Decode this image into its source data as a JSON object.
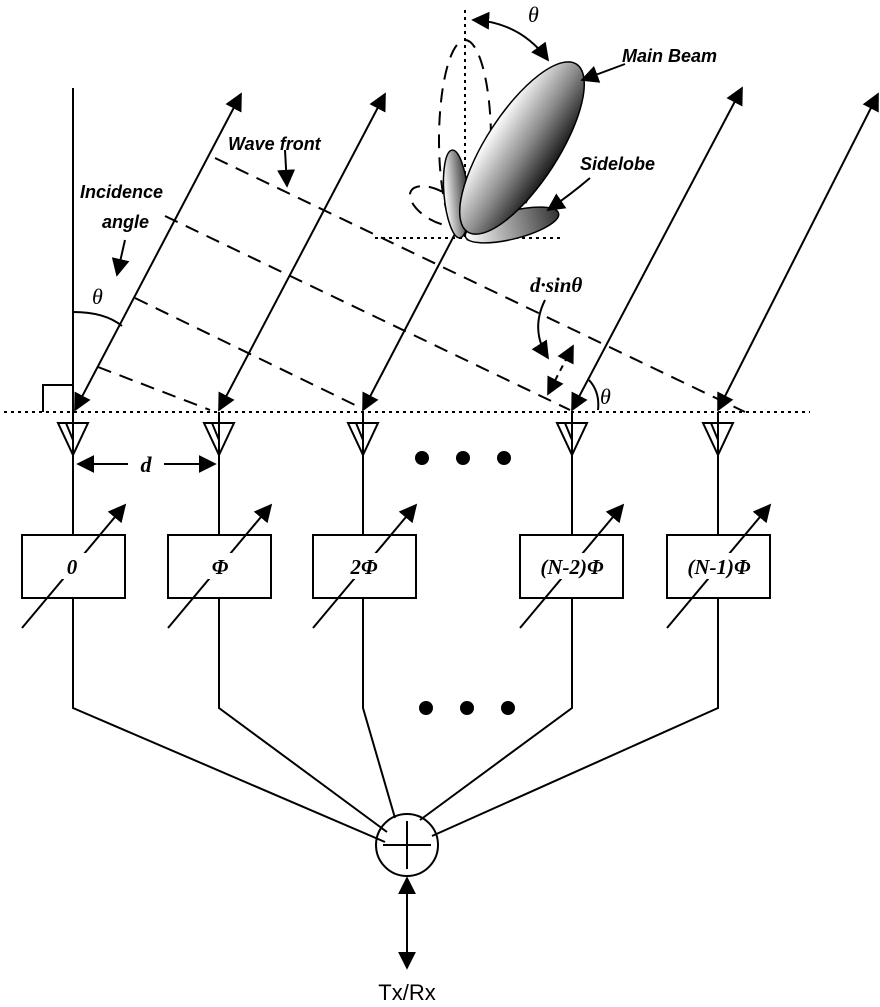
{
  "labels": {
    "main_beam": "Main Beam",
    "sidelobe": "Sidelobe",
    "wave_front": "Wave front",
    "incidence_angle_line1": "Incidence",
    "incidence_angle_line2": "angle",
    "theta": "θ",
    "d_sin_theta": "d·sinθ",
    "element_spacing": "d",
    "tx_rx": "Tx/Rx"
  },
  "phase_shifters": [
    {
      "label": "0"
    },
    {
      "label": "Φ"
    },
    {
      "label": "2Φ"
    },
    {
      "label": "(N-2)Φ"
    },
    {
      "label": "(N-1)Φ"
    }
  ],
  "colors": {
    "line": "#000000",
    "beam_light": "#ffffff",
    "beam_dark": "#1a1a1a"
  }
}
